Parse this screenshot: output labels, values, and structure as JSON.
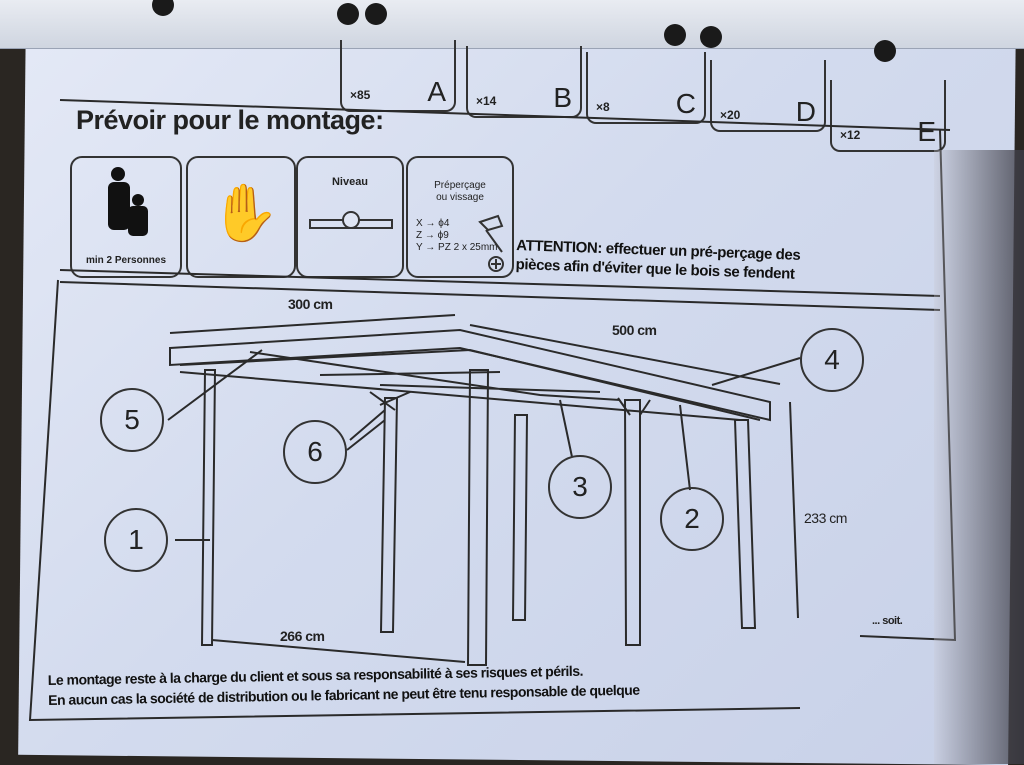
{
  "parts": [
    {
      "count": "×85",
      "letter": "A"
    },
    {
      "count": "×14",
      "letter": "B"
    },
    {
      "count": "×8",
      "letter": "C"
    },
    {
      "count": "×20",
      "letter": "D"
    },
    {
      "count": "×12",
      "letter": "E"
    }
  ],
  "title": "Prévoir pour le montage:",
  "requirements": {
    "persons": "min 2 Personnes",
    "gloves_icon": "gloves-icon",
    "level": "Niveau",
    "predrill_title_1": "Préperçage",
    "predrill_title_2": "ou vissage",
    "predrill_x": "X → ϕ4",
    "predrill_z": "Z → ϕ9",
    "predrill_y": "Y → PZ 2 x 25mm"
  },
  "attention": {
    "line1": "ATTENTION: effectuer un pré-perçage des",
    "line2": "pièces afin d'éviter que le bois se fendent"
  },
  "diagram": {
    "labels": [
      "1",
      "2",
      "3",
      "4",
      "5",
      "6"
    ],
    "width_dim": "300 cm",
    "length_dim": "500 cm",
    "height_dim": "233 cm",
    "post_spacing_dim": "266 cm",
    "note": "... soit."
  },
  "footer": {
    "line1": "Le montage reste à la charge du client et sous sa responsabilité à ses risques et périls.",
    "line2": "En aucun cas la société de distribution ou le fabricant ne peut être tenu responsable de quelque"
  }
}
